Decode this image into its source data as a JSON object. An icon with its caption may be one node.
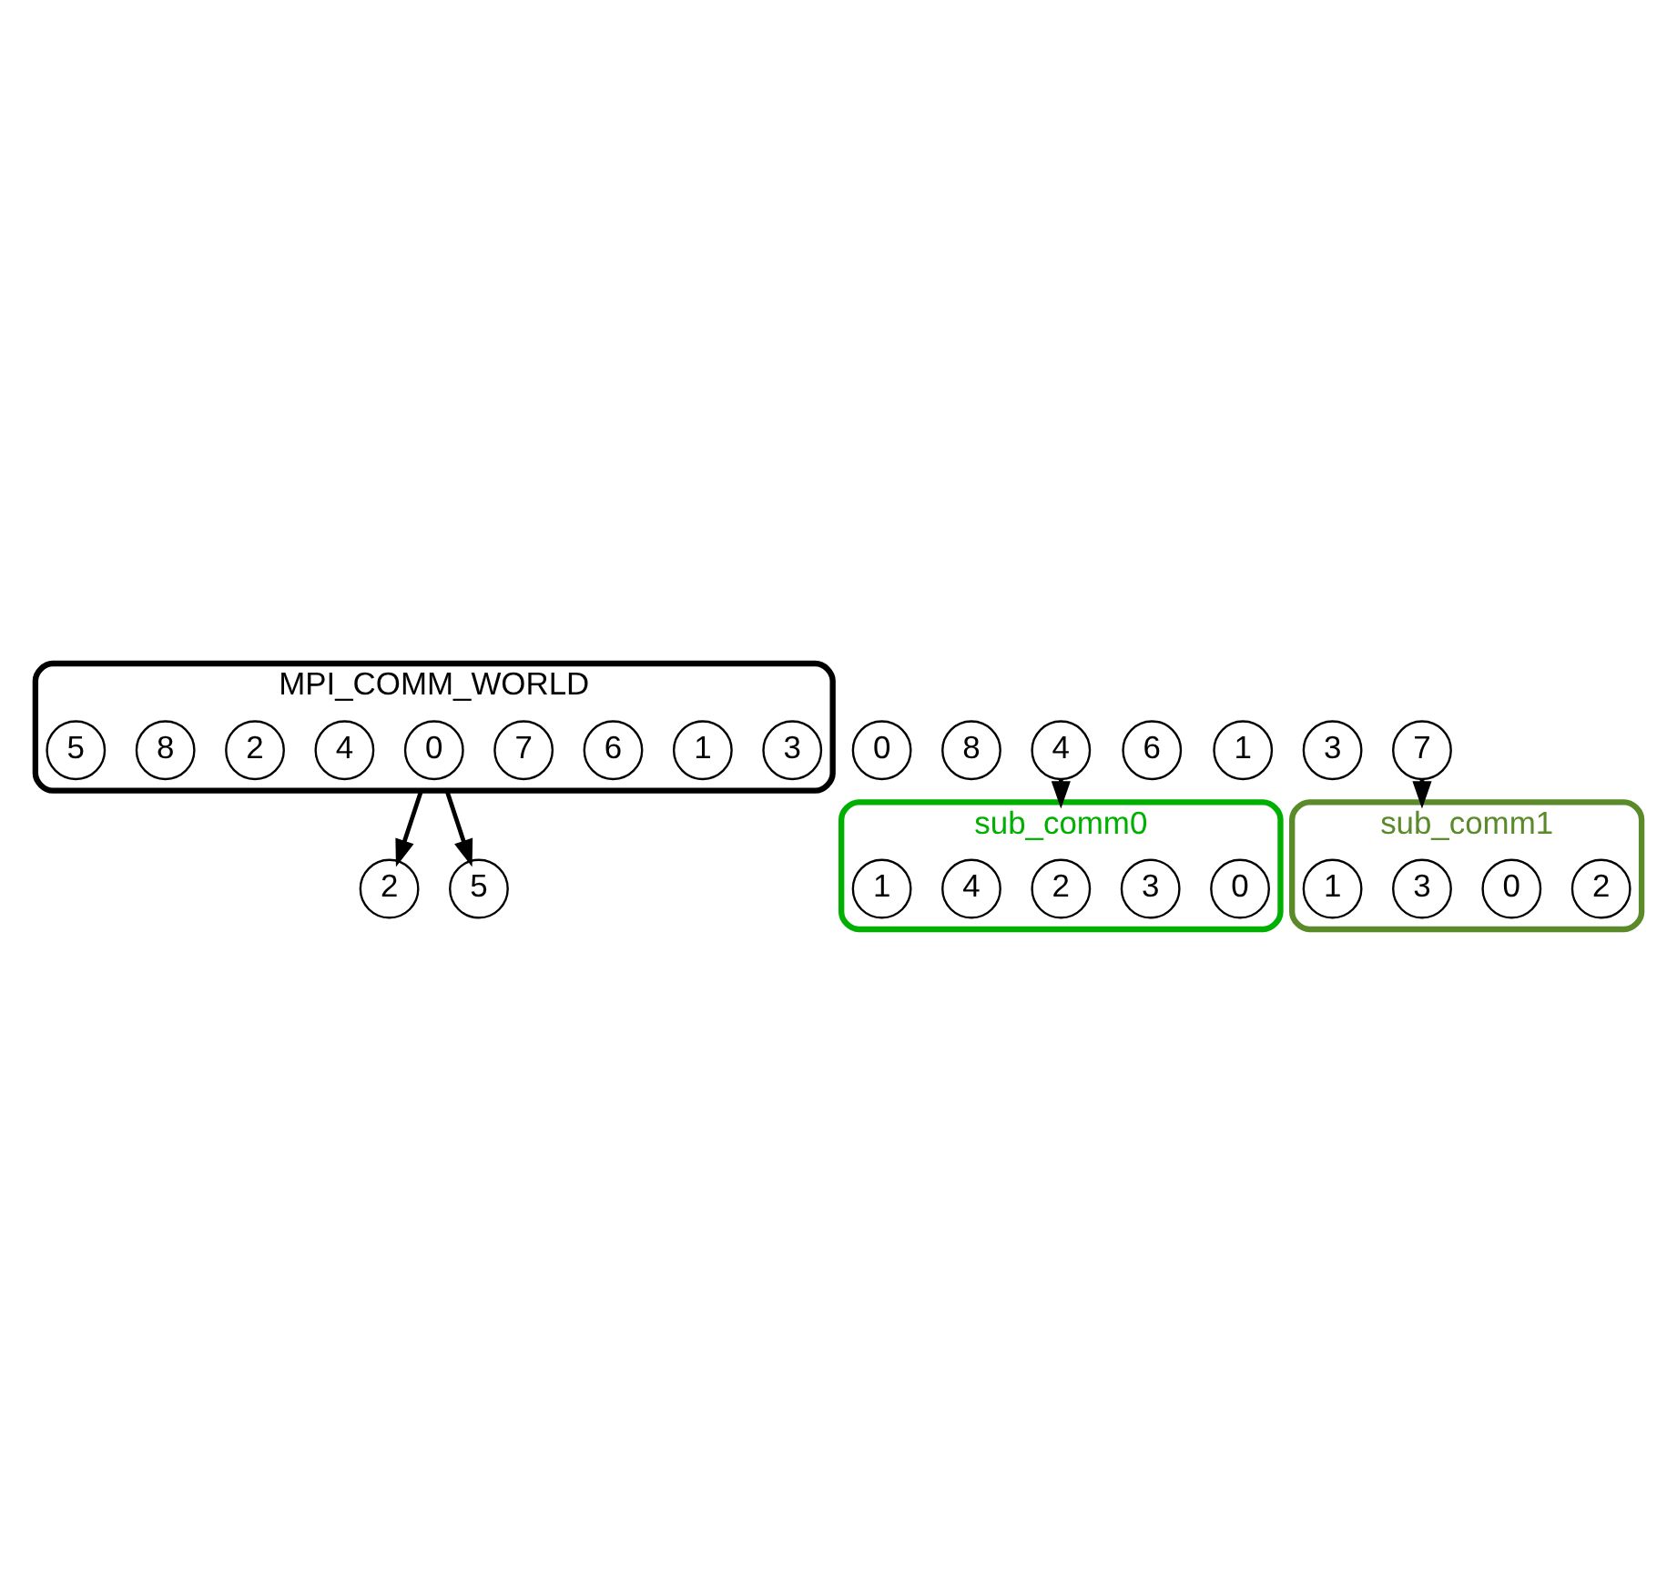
{
  "diagram": {
    "nodes": [
      {
        "text": [
          "MPI_COMM_WORLD"
        ]
      },
      {
        "text": [
          "3"
        ],
        "in": 0
      },
      {
        "text": [
          "1"
        ],
        "in": 0
      },
      {
        "text": [
          "6"
        ],
        "in": 0
      },
      {
        "text": [
          "7"
        ],
        "in": 0
      },
      {
        "text": [
          "0"
        ],
        "in": 0
      },
      {
        "text": [
          "4"
        ],
        "in": 0
      },
      {
        "text": [
          "2"
        ],
        "in": 0
      },
      {
        "text": [
          "8"
        ],
        "in": 0
      },
      {
        "text": [
          "5"
        ],
        "in": 0
      },
      {
        "text": [
          "2"
        ]
      },
      {
        "text": [
          "0"
        ]
      },
      {
        "text": [
          "8"
        ]
      },
      {
        "text": [
          "4"
        ]
      },
      {
        "text": [
          "6"
        ]
      },
      {
        "text": [
          "1"
        ]
      },
      {
        "text": [
          "3"
        ]
      },
      {
        "text": [
          "5"
        ]
      },
      {
        "text": [
          "7"
        ]
      },
      {
        "text": [
          "sub_comm0"
        ]
      },
      {
        "text": [
          "0"
        ],
        "in": 19
      },
      {
        "text": [
          "3"
        ],
        "in": 19
      },
      {
        "text": [
          "2"
        ],
        "in": 19
      },
      {
        "text": [
          "4"
        ],
        "in": 19
      },
      {
        "text": [
          "1"
        ],
        "in": 19
      },
      {
        "text": [
          "sub_comm1"
        ]
      },
      {
        "text": [
          "2"
        ],
        "in": 25
      },
      {
        "text": [
          "0"
        ],
        "in": 25
      },
      {
        "text": [
          "3"
        ],
        "in": 25
      },
      {
        "text": [
          "1"
        ],
        "in": 25
      }
    ],
    "edges": [
      {
        "from": 0,
        "to": 10,
        "arrow": "to"
      },
      {
        "from": 0,
        "to": 17,
        "arrow": "to"
      },
      {
        "from": 13,
        "to": 19,
        "arrow": "to"
      },
      {
        "from": 18,
        "to": 25,
        "arrow": "to"
      }
    ]
  }
}
